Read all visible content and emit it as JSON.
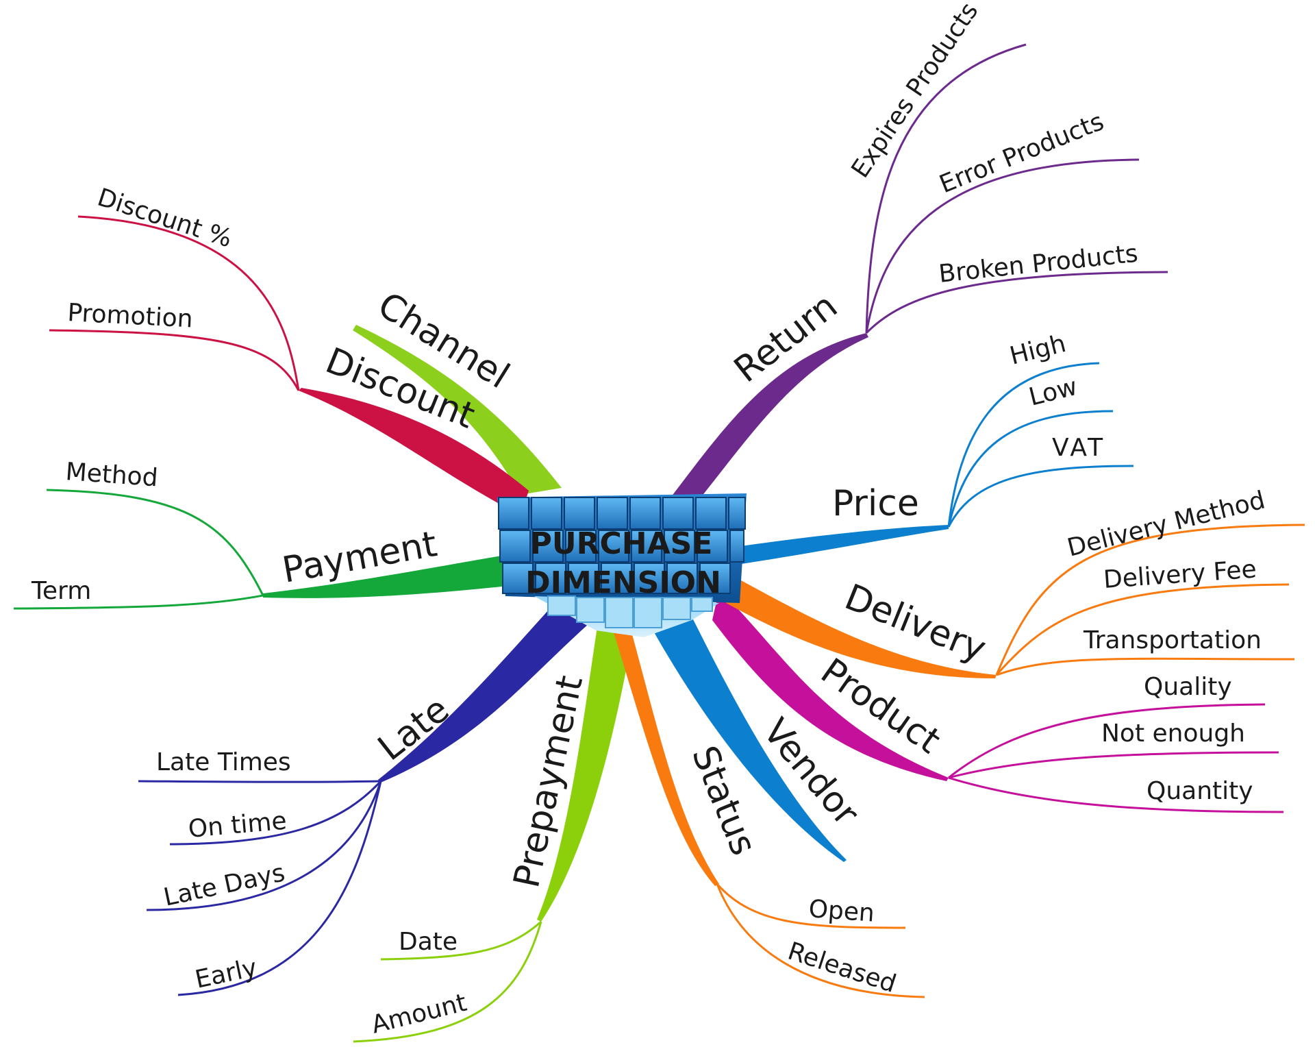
{
  "center": {
    "title_line1": "PURCHASE",
    "title_line2": "DIMENSION"
  },
  "branches": {
    "channel": {
      "label": "Channel",
      "color": "#8ccf1d",
      "subs": []
    },
    "discount": {
      "label": "Discount",
      "color": "#cc1244",
      "subs": [
        "Discount %",
        "Promotion"
      ]
    },
    "payment": {
      "label": "Payment",
      "color": "#14a83a",
      "subs": [
        "Method",
        "Term"
      ]
    },
    "late": {
      "label": "Late",
      "color": "#2a28a3",
      "subs": [
        "Late Times",
        "On time",
        "Late Days",
        "Early"
      ]
    },
    "prepayment": {
      "label": "Prepayment",
      "color": "#8bd00a",
      "subs": [
        "Date",
        "Amount"
      ]
    },
    "status": {
      "label": "Status",
      "color": "#f97a0e",
      "subs": [
        "Open",
        "Released"
      ]
    },
    "vendor": {
      "label": "Vendor",
      "color": "#0c7fce",
      "subs": []
    },
    "product": {
      "label": "Product",
      "color": "#c4109a",
      "subs": [
        "Quality",
        "Not enough",
        "Quantity"
      ]
    },
    "delivery": {
      "label": "Delivery",
      "color": "#f97a0e",
      "subs": [
        "Delivery Method",
        "Delivery Fee",
        "Transportation"
      ]
    },
    "price": {
      "label": "Price",
      "color": "#0c7fce",
      "subs": [
        "High",
        "Low",
        "VAT"
      ]
    },
    "return": {
      "label": "Return",
      "color": "#6c2a8c",
      "subs": [
        "Expires Products",
        "Error Products",
        "Broken Products"
      ]
    }
  }
}
